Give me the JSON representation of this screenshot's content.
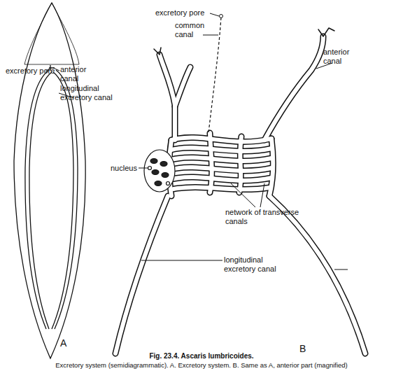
{
  "diagram": {
    "title": "Fig. 23.4. Ascaris lumbricoides.",
    "caption": "Excretory system (semidiagrammatic). A. Excretory system. B. Same as A, anterior part (magnified)",
    "labels": [
      "excretory pore",
      "anterior canal",
      "longitudinal excretory canal",
      "A",
      "excretory pore",
      "common canal",
      "anterior canal",
      "nucleus",
      "network of transverse canals",
      "longitudinal excretory canal",
      "B"
    ]
  }
}
